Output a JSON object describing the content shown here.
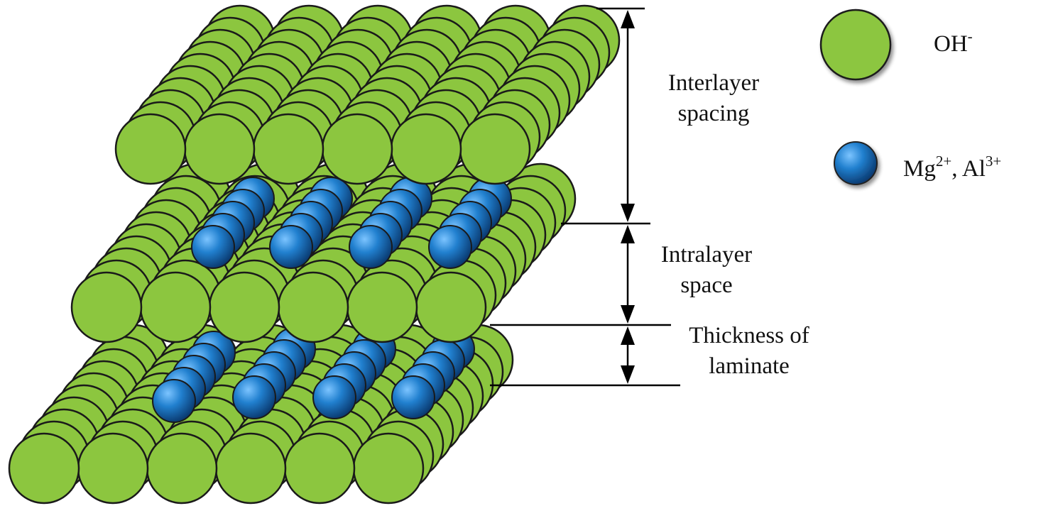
{
  "colors": {
    "oh_fill": "#8CC63F",
    "oh_stroke": "#1a1a1a",
    "metal_light": "#5fb0f0",
    "metal_mid": "#1f74c2",
    "metal_dark": "#0b3f78",
    "line": "#000000",
    "text": "#111111"
  },
  "dimensions": {
    "interlayer": {
      "line1": "Interlayer",
      "line2": "spacing"
    },
    "intralayer": {
      "line1": "Intralayer",
      "line2": "space"
    },
    "thickness": {
      "line1": "Thickness of",
      "line2": "laminate"
    }
  },
  "legend": {
    "oh": {
      "base": "OH",
      "sup": "-",
      "icon": "green-sphere"
    },
    "metal": {
      "base1": "Mg",
      "sup1": "2+",
      "sep": ", ",
      "base2": "Al",
      "sup2": "3+",
      "icon": "blue-sphere"
    }
  }
}
